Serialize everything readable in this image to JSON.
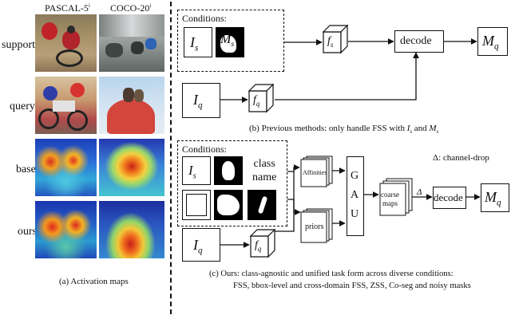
{
  "panel_a": {
    "col_headers": [
      "PASCAL-5",
      "COCO-20"
    ],
    "col_header_sup": "i",
    "row_labels": [
      "support",
      "query",
      "base",
      "ours"
    ],
    "caption": "(a) Activation maps"
  },
  "panel_b": {
    "conditions_title": "Conditions:",
    "support_image": "I",
    "support_image_sub": "s",
    "support_mask": "M",
    "support_mask_sub": "s",
    "feature_support": "f",
    "feature_support_sub": "s",
    "query_image": "I",
    "query_image_sub": "q",
    "feature_query": "f",
    "feature_query_sub": "q",
    "decode": "decode",
    "output": "M",
    "output_sub": "q",
    "caption_prefix": "(b) Previous methods: only handle FSS with ",
    "caption_i": "I",
    "caption_i_sub": "s",
    "caption_and": " and ",
    "caption_m": "M",
    "caption_m_sub": "s"
  },
  "panel_c": {
    "conditions_title": "Conditions:",
    "support_image": "I",
    "support_image_sub": "s",
    "class_name_line1": "class",
    "class_name_line2": "name",
    "affinities": "Affinities",
    "priors": "priors",
    "gau": [
      "G",
      "A",
      "U"
    ],
    "coarse_maps_line1": "coarse",
    "coarse_maps_line2": "maps",
    "delta": "Δ",
    "delta_legend": "Δ: channel-drop",
    "decode": "decode",
    "output": "M",
    "output_sub": "q",
    "query_image": "I",
    "query_image_sub": "q",
    "feature_query": "f",
    "feature_query_sub": "q",
    "caption_line1": "(c) Ours: class-agnostic and unified task form across diverse conditions:",
    "caption_line2": "FSS, bbox-level and cross-domain FSS, ZSS, Co-seg and noisy masks"
  }
}
